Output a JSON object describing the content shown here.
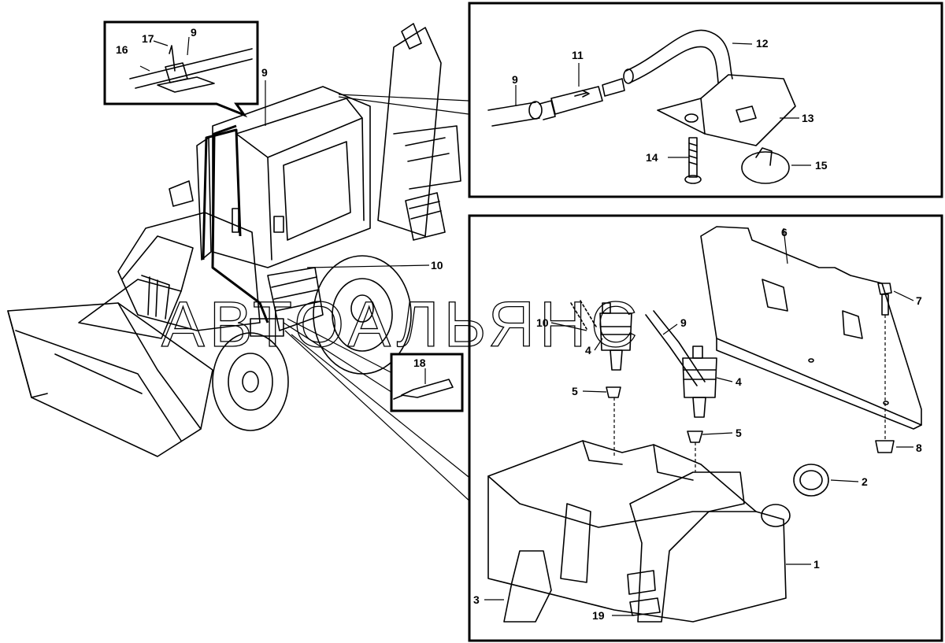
{
  "watermark": "АВТОАЛЬЯНС",
  "callouts": {
    "c1": "1",
    "c2": "2",
    "c3": "3",
    "c4a": "4",
    "c4b": "4",
    "c5a": "5",
    "c5b": "5",
    "c6": "6",
    "c7": "7",
    "c8": "8",
    "c9_machine": "9",
    "c9_top": "9",
    "c9_inset": "9",
    "c9_bottom": "9",
    "c10_machine": "10",
    "c10_bottom": "10",
    "c11": "11",
    "c12": "12",
    "c13": "13",
    "c14": "14",
    "c15": "15",
    "c16": "16",
    "c17": "17",
    "c18": "18",
    "c19": "19"
  },
  "colors": {
    "ink": "#000000",
    "paper": "#ffffff"
  }
}
